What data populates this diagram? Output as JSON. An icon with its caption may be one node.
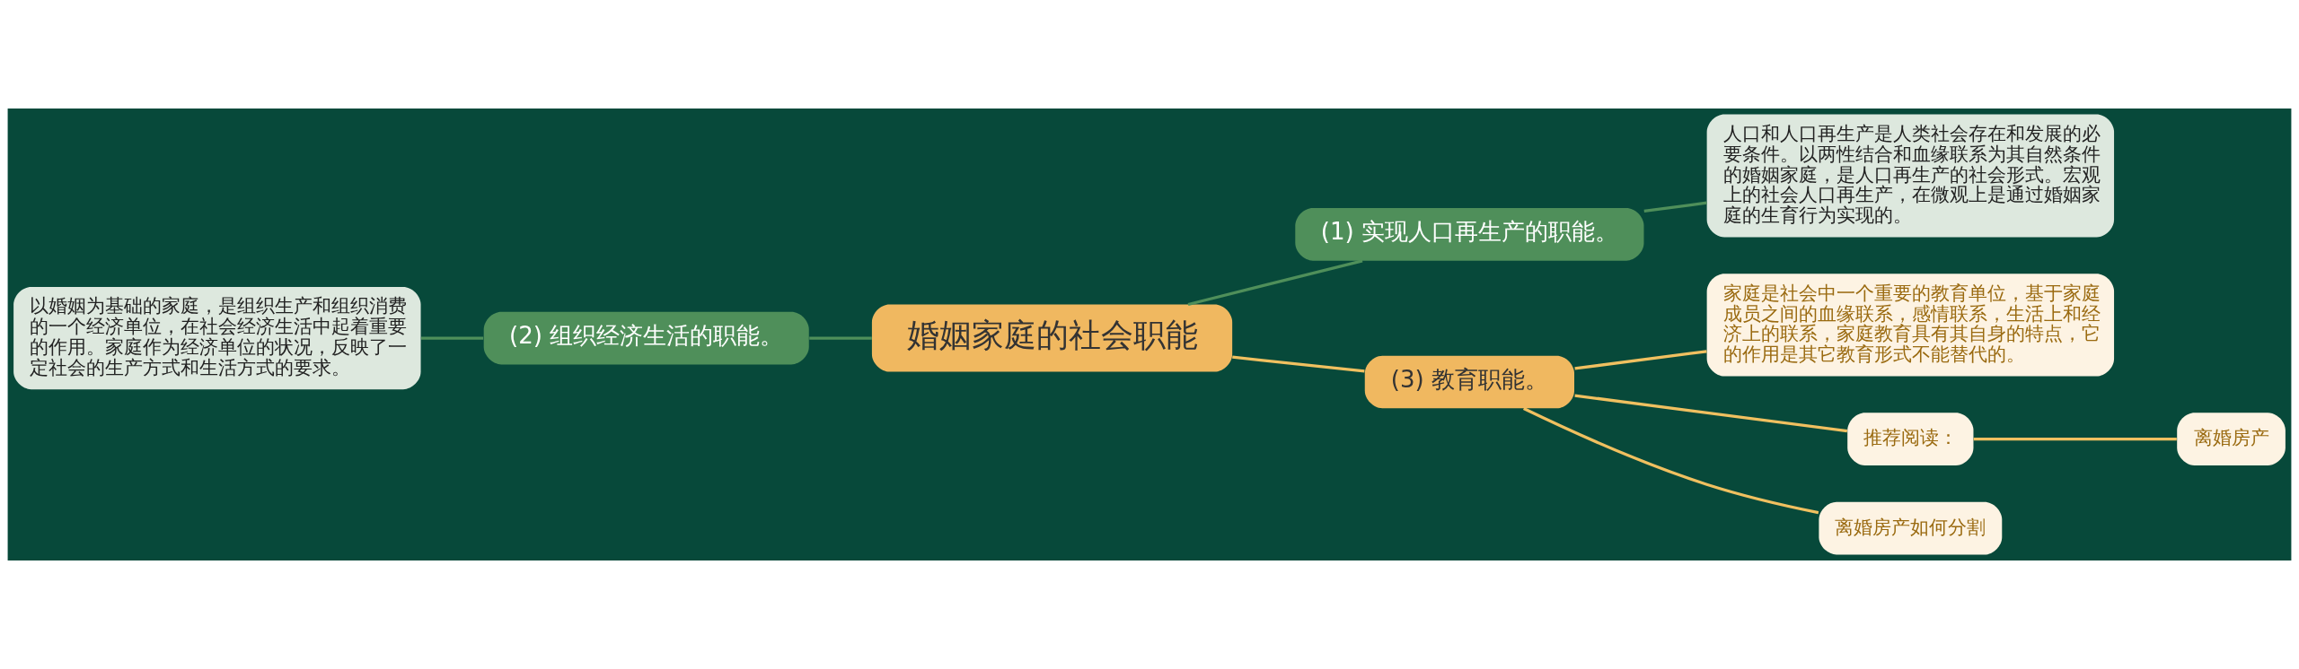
{
  "diagram": {
    "nodes": [
      {
        "text": [
          "婚姻家庭的社会职能"
        ]
      },
      {
        "text": [
          "(1) 实现人口再生产的职能。"
        ]
      },
      {
        "text": [
          "人口和人口再生产是人类社会存在和发展的必要条件。以两性结合和血缘联系为其自然条件的婚姻家庭，是人口再生产的社会形式。宏观上的社会人口再生产，在微观上是通过婚姻家庭的生育行为实现的。"
        ]
      },
      {
        "text": [
          "(2) 组织经济生活的职能。"
        ]
      },
      {
        "text": [
          "以婚姻为基础的家庭，是组织生产和组织消费的一个经济单位，在社会经济生活中起着重要的作用。家庭作为经济单位的状况，反映了一定社会的生产方式和生活方式的要求。"
        ]
      },
      {
        "text": [
          "(3) 教育职能。"
        ]
      },
      {
        "text": [
          "家庭是社会中一个重要的教育单位，基于家庭成员之间的血缘联系，感情联系，生活上和经济上的联系，家庭教育具有其自身的特点，它的作用是其它教育形式不能替代的。"
        ]
      },
      {
        "text": [
          "推荐阅读："
        ]
      },
      {
        "text": [
          "离婚房产"
        ]
      },
      {
        "text": [
          "离婚房产如何分割"
        ]
      }
    ],
    "edges": [
      {
        "from": 0,
        "to": 1,
        "arrow": "none",
        "color": "#4f8f5a"
      },
      {
        "from": 1,
        "to": 2,
        "arrow": "none",
        "color": "#4f8f5a"
      },
      {
        "from": 4,
        "to": 3,
        "arrow": "none",
        "color": "#4f8f5a"
      },
      {
        "from": 3,
        "to": 0,
        "arrow": "none",
        "color": "#4f8f5a"
      },
      {
        "from": 0,
        "to": 5,
        "arrow": "none"
      },
      {
        "from": 5,
        "to": 6,
        "arrow": "none"
      },
      {
        "from": 5,
        "to": 7,
        "arrow": "none"
      },
      {
        "from": 7,
        "to": 8,
        "arrow": "none"
      },
      {
        "from": 5,
        "to": 9,
        "arrow": "none"
      }
    ]
  }
}
